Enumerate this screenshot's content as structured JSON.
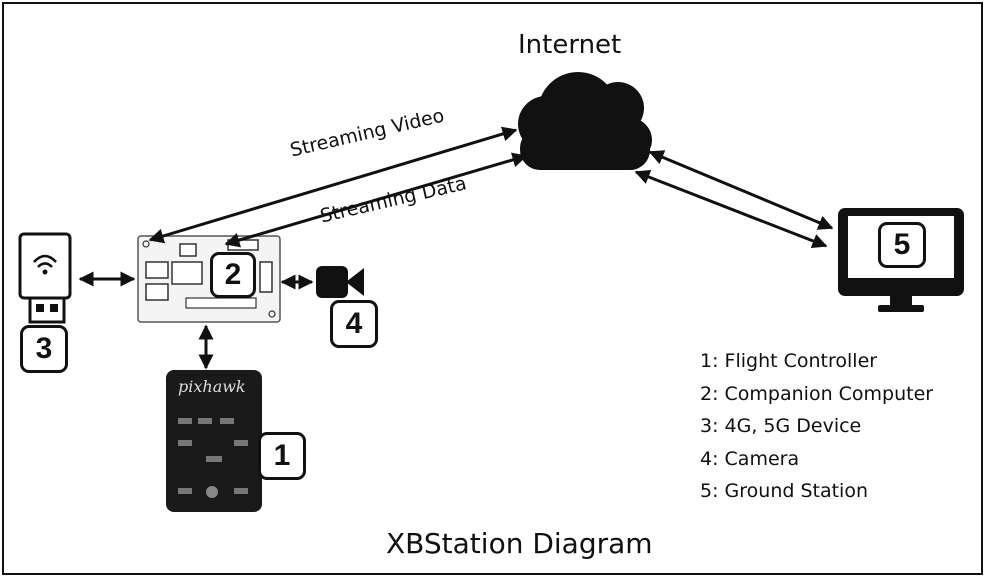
{
  "diagram": {
    "cloud_label": "Internet",
    "title": "XBStation Diagram",
    "link_video": "Streaming Video",
    "link_data": "Streaming Data",
    "pixhawk_brand": "pixhawk"
  },
  "badges": {
    "flight_controller": "1",
    "companion_computer": "2",
    "cellular_device": "3",
    "camera": "4",
    "ground_station": "5"
  },
  "legend": {
    "items": [
      "1: Flight Controller",
      "2: Companion Computer",
      "3: 4G, 5G Device",
      "4: Camera",
      "5: Ground Station"
    ]
  }
}
